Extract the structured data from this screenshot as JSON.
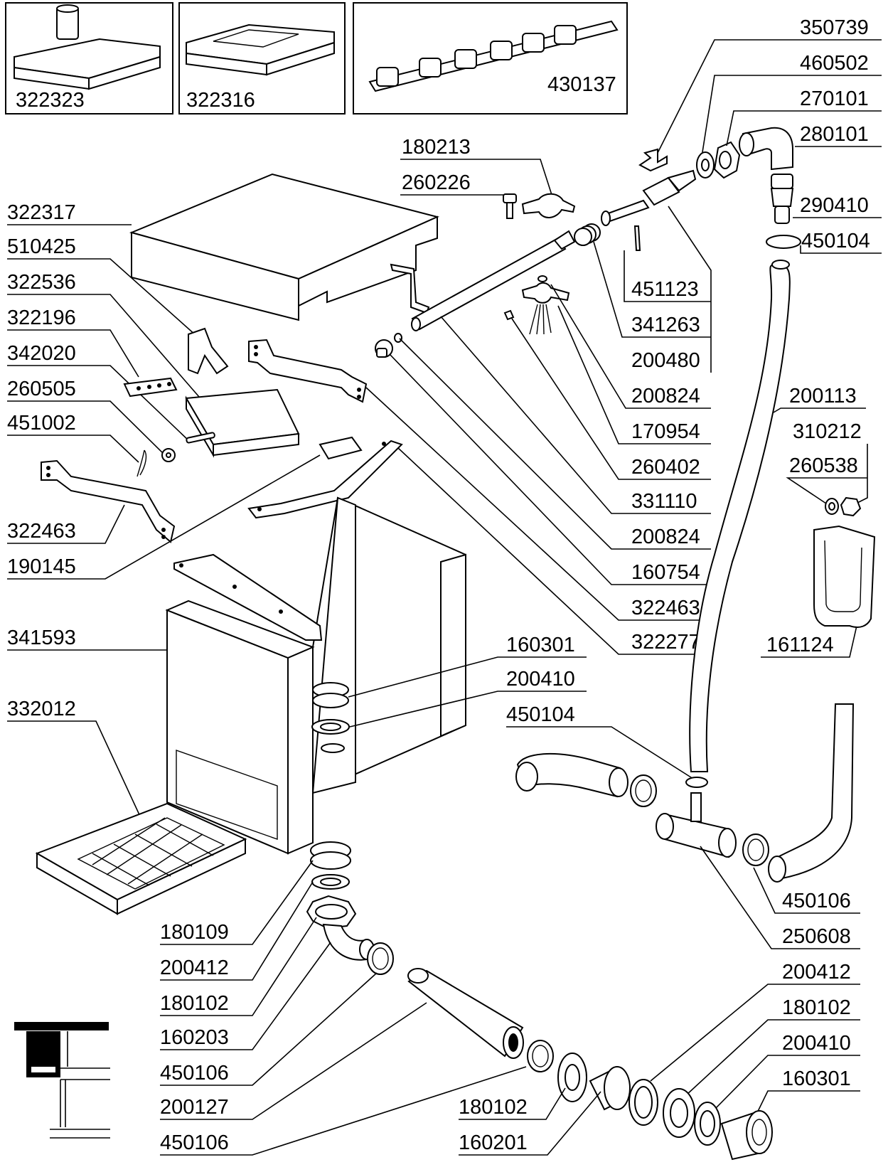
{
  "diagram": {
    "inset_parts": [
      "322323",
      "322316",
      "430137"
    ],
    "left_labels": [
      "322317",
      "510425",
      "322536",
      "322196",
      "342020",
      "260505",
      "451002",
      "322463",
      "190145",
      "341593",
      "332012"
    ],
    "top_labels": [
      "180213",
      "260226"
    ],
    "right_top_labels": [
      "350739",
      "460502",
      "270101",
      "280101",
      "290410",
      "450104"
    ],
    "center_right_labels": [
      "451123",
      "341263",
      "200480",
      "200824",
      "170954",
      "260402",
      "331110",
      "200824",
      "160754",
      "322463",
      "322277"
    ],
    "right_mid_labels": [
      "200113",
      "310212",
      "260538",
      "161124"
    ],
    "center_labels": [
      "160301",
      "200410",
      "450104"
    ],
    "right_low_labels": [
      "450106",
      "250608",
      "200412",
      "180102",
      "200410",
      "160301"
    ],
    "bottom_labels": [
      "180109",
      "200412",
      "180102",
      "160203",
      "450106",
      "200127",
      "450106"
    ],
    "bottom_center_labels": [
      "180102",
      "160201"
    ]
  }
}
